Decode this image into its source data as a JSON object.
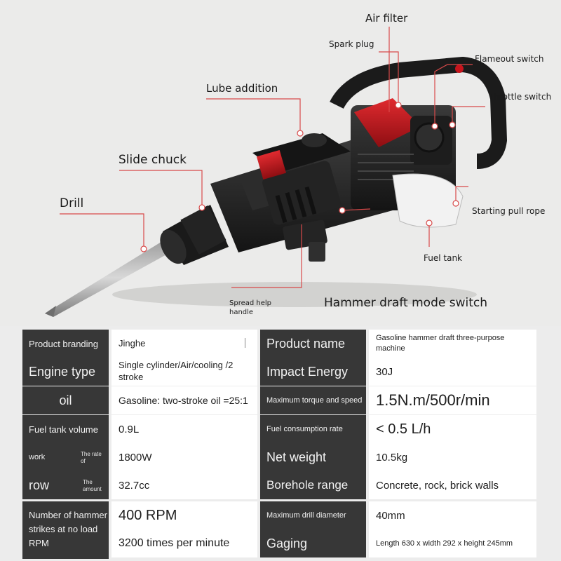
{
  "callouts": {
    "air_filter": "Air filter",
    "spark_plug": "Spark plug",
    "flameout_switch": "Flameout switch",
    "lube_addition": "Lube addition",
    "throttle_switch": "Throttle switch",
    "slide_chuck": "Slide chuck",
    "drill": "Drill",
    "starting_pull_rope": "Starting pull rope",
    "fuel_tank": "Fuel tank",
    "spread_help_handle": "Spread help handle",
    "hammer_draft_mode_switch": "Hammer draft mode switch"
  },
  "specs": {
    "product_branding_label": "Product branding",
    "product_branding_value": "Jinghe",
    "product_name_label": "Product name",
    "product_name_value": "Gasoline hammer draft three-purpose machine",
    "engine_type_label": "Engine type",
    "engine_type_value": "Single cylinder/Air/cooling /2 stroke",
    "impact_energy_label": "Impact Energy",
    "impact_energy_value": "30J",
    "oil_label": "oil",
    "oil_value": "Gasoline: two-stroke oil =25:1",
    "max_torque_label": "Maximum torque and speed",
    "max_torque_value": "1.5N.m/500r/min",
    "fuel_tank_volume_label": "Fuel tank volume",
    "fuel_tank_volume_value": "0.9L",
    "fuel_consumption_label": "Fuel consumption rate",
    "fuel_consumption_value": "< 0.5 L/h",
    "work_label": "work",
    "work_note": "The rate of",
    "work_value": "1800W",
    "net_weight_label": "Net weight",
    "net_weight_value": "10.5kg",
    "row_label": "row",
    "row_note": "The amount",
    "row_value": "32.7cc",
    "borehole_range_label": "Borehole range",
    "borehole_range_value": "Concrete, rock, brick walls",
    "strikes_label": "Number of hammer strikes at no load RPM",
    "strikes_value_rpm": "400 RPM",
    "strikes_value_freq": "3200 times per minute",
    "max_drill_diameter_label": "Maximum drill diameter",
    "max_drill_diameter_value": "40mm",
    "gaging_label": "Gaging",
    "gaging_value": "Length 630 x width 292 x height 245mm"
  },
  "colors": {
    "label_bg": "#373737",
    "value_bg": "#ffffff",
    "leader_line": "#d84a4a",
    "tool_body": "#1e1e1e",
    "tool_accent": "#c8141c"
  }
}
